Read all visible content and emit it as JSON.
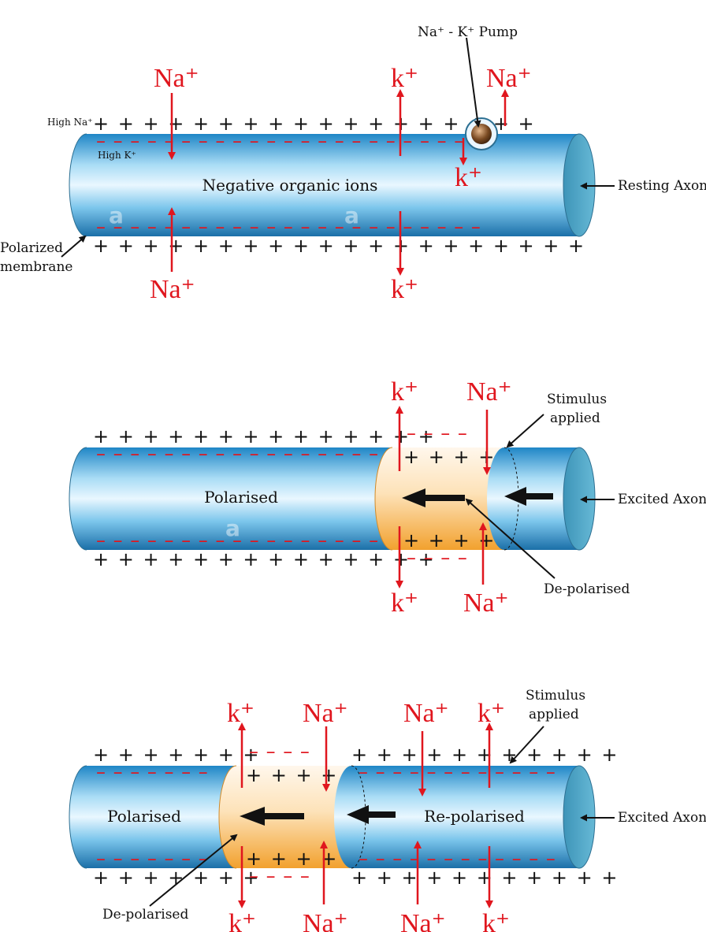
{
  "panel1": {
    "pump_label": "Na⁺ - K⁺ Pump",
    "na_top_left": "Na⁺",
    "k_top": "k⁺",
    "na_top_right": "Na⁺",
    "k_pump": "k⁺",
    "high_na": "High Na⁺",
    "high_k": "High K⁺",
    "center_text": "Negative organic ions",
    "axon_label": "Resting Axon",
    "membrane_label_1": "Polarized",
    "membrane_label_2": "membrane",
    "na_bottom": "Na⁺",
    "k_bottom": "k⁺",
    "plus_top": "+ + +   + + + + + + + + + +   + +         + + +",
    "plus_bottom": "+ + +   + + + + + + + + + +   + + + + + + +",
    "neg_top": "– – – –   – – – – – – – – – – – – – – – –   – – –",
    "neg_bottom": "– – – –   – – – – – – – – – – – – – – – –   – – –"
  },
  "panel2": {
    "k_top": "k⁺",
    "na_top": "Na⁺",
    "stimulus_1": "Stimulus",
    "stimulus_2": "applied",
    "center_text": "Polarised",
    "axon_label": "Excited Axon",
    "depolarised": "De-polarised",
    "k_bottom": "k⁺",
    "na_bottom": "Na⁺",
    "plus_top": "+ + + + + + + + + + + + + +",
    "plus_bottom": "+ + + + + + + + + + + + + +",
    "plus_inner_top": "+ + + +",
    "plus_inner_bottom": "+ + + +",
    "neg_top": "– – – – – – – – – – – – – – – – –",
    "neg_bottom": "– – – – – – – – – – – – – – – – –",
    "neg_out_top": "– – – –",
    "neg_out_bottom": "– – – –"
  },
  "panel3": {
    "k_top_1": "k⁺",
    "na_top_1": "Na⁺",
    "na_top_2": "Na⁺",
    "k_top_2": "k⁺",
    "stimulus_1": "Stimulus",
    "stimulus_2": "applied",
    "left_text": "Polarised",
    "right_text": "Re-polarised",
    "axon_label": "Excited Axon",
    "depolarised": "De-polarised",
    "k_bottom_1": "k⁺",
    "na_bottom_1": "Na⁺",
    "na_bottom_2": "Na⁺",
    "k_bottom_2": "k⁺",
    "plus_top_left": "+ + + + + + +",
    "plus_top_right": "+ + +   + + + + + + + +",
    "plus_bottom_left": "+ + + + + + +",
    "plus_bottom_right": "+ + +  + + + + + + + +",
    "plus_inner_top": "+ + + +",
    "plus_inner_bottom": "+ + + +",
    "neg_out_top": "– – – –",
    "neg_out_bottom": "– – – –"
  }
}
